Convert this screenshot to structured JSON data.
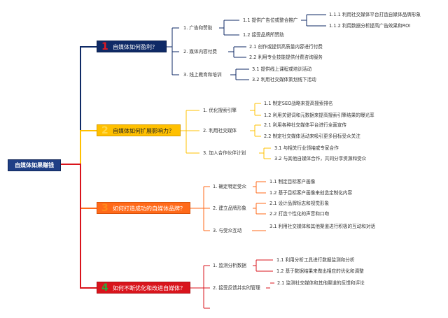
{
  "root": "自媒体如果赚钱",
  "branches": [
    {
      "num": "1",
      "title": "自媒体如何盈利？",
      "children": [
        {
          "label": "1. 广告和赞助",
          "children": [
            {
              "label": "1.1 提供广告位或整合推广",
              "children": [
                "1.1.1 利用社交媒体平台打造自媒体品牌形象",
                "1.1.2 利用数据分析提高广告效果和ROI"
              ]
            },
            {
              "label": "1.2 接受品牌所赞助"
            }
          ]
        },
        {
          "label": "2. 媒体内容付费",
          "children": [
            {
              "label": "2.1 创作或提供高质量内容进行付费"
            },
            {
              "label": "2.2 利用专业技能提供付费咨询服务"
            }
          ]
        },
        {
          "label": "3. 线上教育和培训",
          "children": [
            {
              "label": "3.1 提供线上课程或培训活动"
            },
            {
              "label": "3.2 利用社交媒体策划线下活动"
            }
          ]
        }
      ]
    },
    {
      "num": "2",
      "title": "自媒体如何扩展影响力？",
      "children": [
        {
          "label": "1. 优化搜索引擎",
          "children": [
            {
              "label": "1.1 制定SEO战略来提高搜索排名"
            },
            {
              "label": "1.2 利用关键词和元数据来提高搜索引擎结果的曝光率"
            }
          ]
        },
        {
          "label": "2. 利用社交媒体",
          "children": [
            {
              "label": "2.1 利用各种社交媒体平台进行全面宣传"
            },
            {
              "label": "2.2 制定社交媒体活动来吸引更多目标受众关注"
            }
          ]
        },
        {
          "label": "3. 加入合作伙伴计划",
          "children": [
            {
              "label": "3.1 与相关行业领袖或专家合作"
            },
            {
              "label": "3.2 与其他自媒体合作，共同分享资源和受众"
            }
          ]
        }
      ]
    },
    {
      "num": "3",
      "title": "如何打造成功的自媒体品牌？",
      "children": [
        {
          "label": "1. 确定特定受众",
          "children": [
            {
              "label": "1.1 制定目标客户画像"
            },
            {
              "label": "1.2 基于目标客户画像来创造定制化内容"
            }
          ]
        },
        {
          "label": "2. 建立品牌形象",
          "children": [
            {
              "label": "2.1 设计品牌标志和视觉形象"
            },
            {
              "label": "2.2 打造个性化的声音和口吻"
            }
          ]
        },
        {
          "label": "3. 与受众互动",
          "children": [
            {
              "label": "3.1 利用社交媒体和其他渠道进行积极的互动和对话"
            }
          ]
        }
      ]
    },
    {
      "num": "4",
      "title": "如何不断优化和改进自媒体？",
      "children": [
        {
          "label": "1. 监测分析数据",
          "children": [
            {
              "label": "1.1 利用分析工具进行数据监测和分析"
            },
            {
              "label": "1.2 基于数据结果来做出相应的优化和调整"
            }
          ]
        },
        {
          "label": "2. 接受反馈并实时管理",
          "children": [
            {
              "label": "2.1 监测社交媒体和其他渠道的反馈和评论"
            }
          ]
        },
        {
          "label": ""
        }
      ]
    }
  ],
  "colors": {
    "root": "#1f3f86",
    "branch1": "#0f2a66",
    "branch2": "#ffc000",
    "branch3": "#ff6a1a",
    "branch4": "#d9141c",
    "num1": "#e11a22",
    "num2": "#ffd84a",
    "num3": "#ff8a1a",
    "num4": "#2eaa3a"
  }
}
